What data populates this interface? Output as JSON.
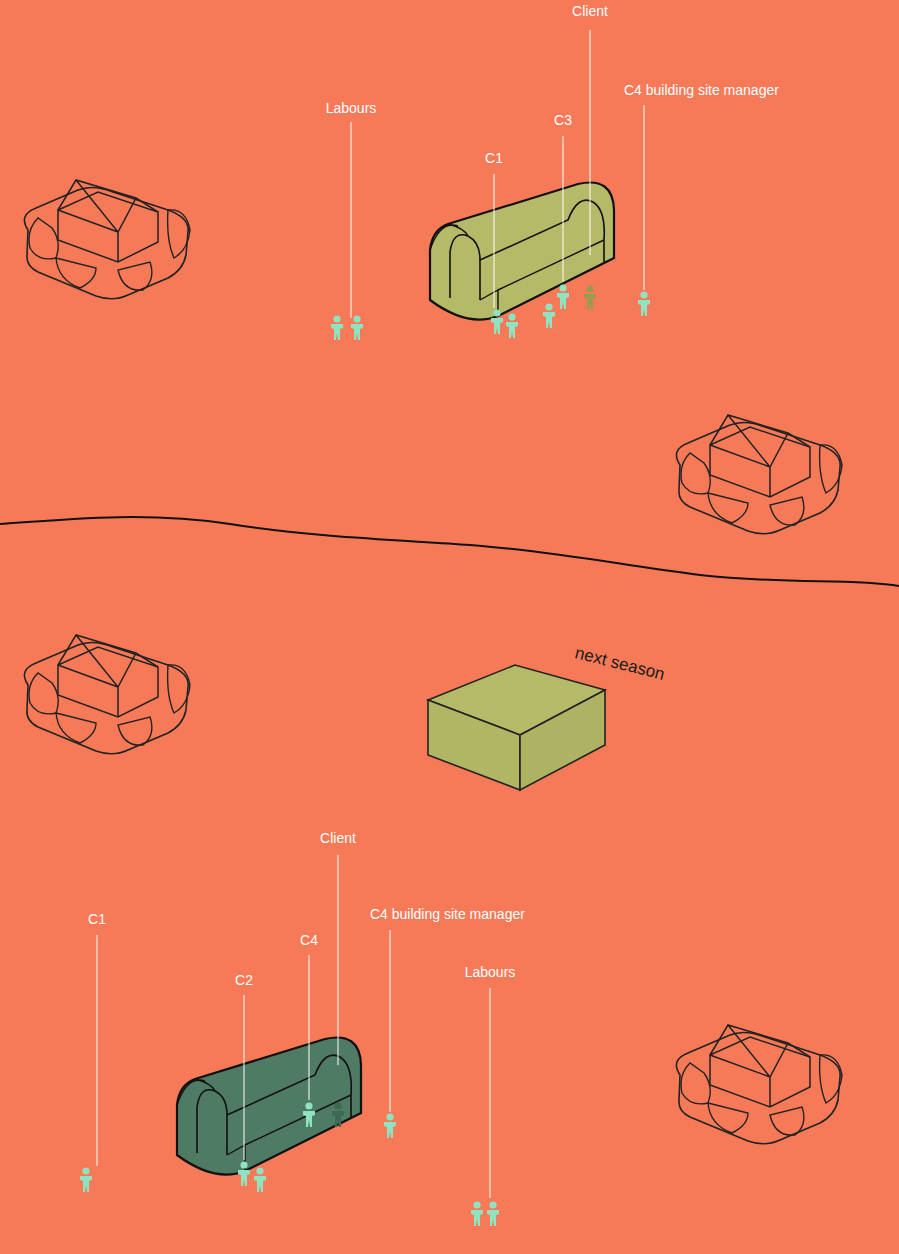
{
  "diagram": {
    "labels": [
      "Client",
      "Labours",
      "C3",
      "C4  building site manager",
      "C1",
      "next season",
      "Client",
      "C1",
      "C4  building site manager",
      "C4",
      "C2",
      "Labours"
    ]
  }
}
